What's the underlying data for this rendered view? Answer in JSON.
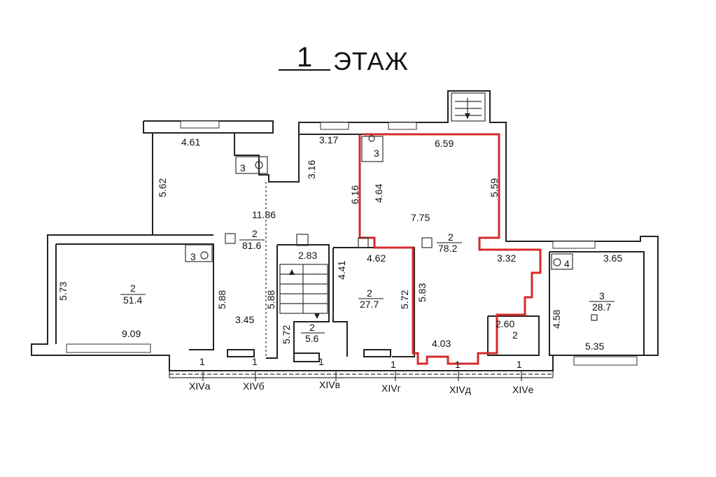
{
  "title": {
    "number": "1",
    "word": "ЭТАЖ"
  },
  "rooms": [
    {
      "id": "r81",
      "number": "2",
      "area": "81.6"
    },
    {
      "id": "r78",
      "number": "2",
      "area": "78.2"
    },
    {
      "id": "r51",
      "number": "2",
      "area": "51.4"
    },
    {
      "id": "r27",
      "number": "2",
      "area": "27.7"
    },
    {
      "id": "r28",
      "number": "3",
      "area": "28.7"
    },
    {
      "id": "r5",
      "number": "2",
      "area": "5.6"
    },
    {
      "id": "rsmall",
      "number": "2",
      "area": ""
    }
  ],
  "wc_labels": [
    "3",
    "3",
    "3",
    "4"
  ],
  "corridor_number": "1",
  "sections": [
    "XIVа",
    "XIVб",
    "XIVв",
    "XIVг",
    "XIVд",
    "XIVе"
  ],
  "dimensions": [
    "4.61",
    "5.62",
    "11.86",
    "3.17",
    "3.16",
    "6.16",
    "6.59",
    "4.64",
    "5.59",
    "7.75",
    "2.83",
    "4.62",
    "4.41",
    "3.32",
    "3.65",
    "4.58",
    "5.73",
    "5.88",
    "5.88",
    "5.72",
    "5.83",
    "5.72",
    "3.45",
    "9.09",
    "2.60",
    "4.03",
    "5.35"
  ],
  "colors": {
    "line": "#222222",
    "highlight": "#d62a2a",
    "background": "#ffffff"
  }
}
